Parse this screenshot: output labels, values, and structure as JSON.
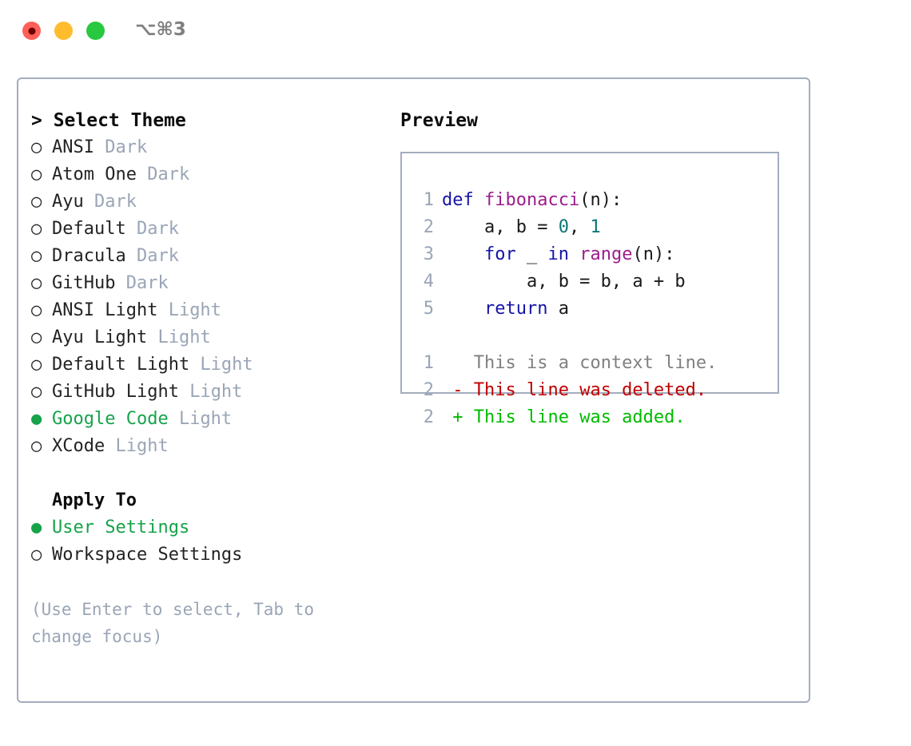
{
  "window": {
    "title": "⌥⌘3",
    "traffic_lights": [
      {
        "name": "close",
        "color": "#ff6059"
      },
      {
        "name": "minimize",
        "color": "#ffbd2e"
      },
      {
        "name": "zoom",
        "color": "#28c840"
      }
    ]
  },
  "theme_picker": {
    "header": "> Select Theme",
    "marker_selected": "●",
    "marker_unselected": "○",
    "items": [
      {
        "name": "ANSI",
        "variant": "Dark",
        "selected": false
      },
      {
        "name": "Atom One",
        "variant": "Dark",
        "selected": false
      },
      {
        "name": "Ayu",
        "variant": "Dark",
        "selected": false
      },
      {
        "name": "Default",
        "variant": "Dark",
        "selected": false
      },
      {
        "name": "Dracula",
        "variant": "Dark",
        "selected": false
      },
      {
        "name": "GitHub",
        "variant": "Dark",
        "selected": false
      },
      {
        "name": "ANSI Light",
        "variant": "Light",
        "selected": false
      },
      {
        "name": "Ayu Light",
        "variant": "Light",
        "selected": false
      },
      {
        "name": "Default Light",
        "variant": "Light",
        "selected": false
      },
      {
        "name": "GitHub Light",
        "variant": "Light",
        "selected": false
      },
      {
        "name": "Google Code",
        "variant": "Light",
        "selected": true
      },
      {
        "name": "XCode",
        "variant": "Light",
        "selected": false
      }
    ]
  },
  "apply_to": {
    "header": "Apply To",
    "items": [
      {
        "name": "User Settings",
        "selected": true
      },
      {
        "name": "Workspace Settings",
        "selected": false
      }
    ]
  },
  "hint": "(Use Enter to select, Tab to change focus)",
  "preview": {
    "title": "Preview",
    "code_lines": [
      {
        "number": "1",
        "tokens": [
          {
            "text": "def ",
            "kind": "kw"
          },
          {
            "text": "fibonacci",
            "kind": "fn"
          },
          {
            "text": "(n):",
            "kind": "plain"
          }
        ]
      },
      {
        "number": "2",
        "tokens": [
          {
            "text": "    a, b = ",
            "kind": "plain"
          },
          {
            "text": "0",
            "kind": "num"
          },
          {
            "text": ", ",
            "kind": "plain"
          },
          {
            "text": "1",
            "kind": "num"
          }
        ]
      },
      {
        "number": "3",
        "tokens": [
          {
            "text": "    ",
            "kind": "plain"
          },
          {
            "text": "for",
            "kind": "kw"
          },
          {
            "text": " _ ",
            "kind": "plain"
          },
          {
            "text": "in",
            "kind": "kw"
          },
          {
            "text": " ",
            "kind": "plain"
          },
          {
            "text": "range",
            "kind": "fn"
          },
          {
            "text": "(n):",
            "kind": "plain"
          }
        ]
      },
      {
        "number": "4",
        "tokens": [
          {
            "text": "        a, b = b, a + b",
            "kind": "plain"
          }
        ]
      },
      {
        "number": "5",
        "tokens": [
          {
            "text": "    ",
            "kind": "plain"
          },
          {
            "text": "return",
            "kind": "kw"
          },
          {
            "text": " a",
            "kind": "plain"
          }
        ]
      }
    ],
    "diff_lines": [
      {
        "number": "1",
        "sign": " ",
        "text": "This is a context line.",
        "kind": "ctx"
      },
      {
        "number": "2",
        "sign": "-",
        "text": "This line was deleted.",
        "kind": "del"
      },
      {
        "number": "2",
        "sign": "+",
        "text": "This line was added.",
        "kind": "add"
      }
    ]
  },
  "colors": {
    "accent_green": "#16a34a",
    "border": "#a3adbe",
    "muted": "#9aa5b6",
    "keyword": "#1414a8",
    "function": "#9b1d8d",
    "number": "#0b7575",
    "diff_context": "#808080",
    "diff_deleted": "#c00000",
    "diff_added": "#00bb00"
  }
}
